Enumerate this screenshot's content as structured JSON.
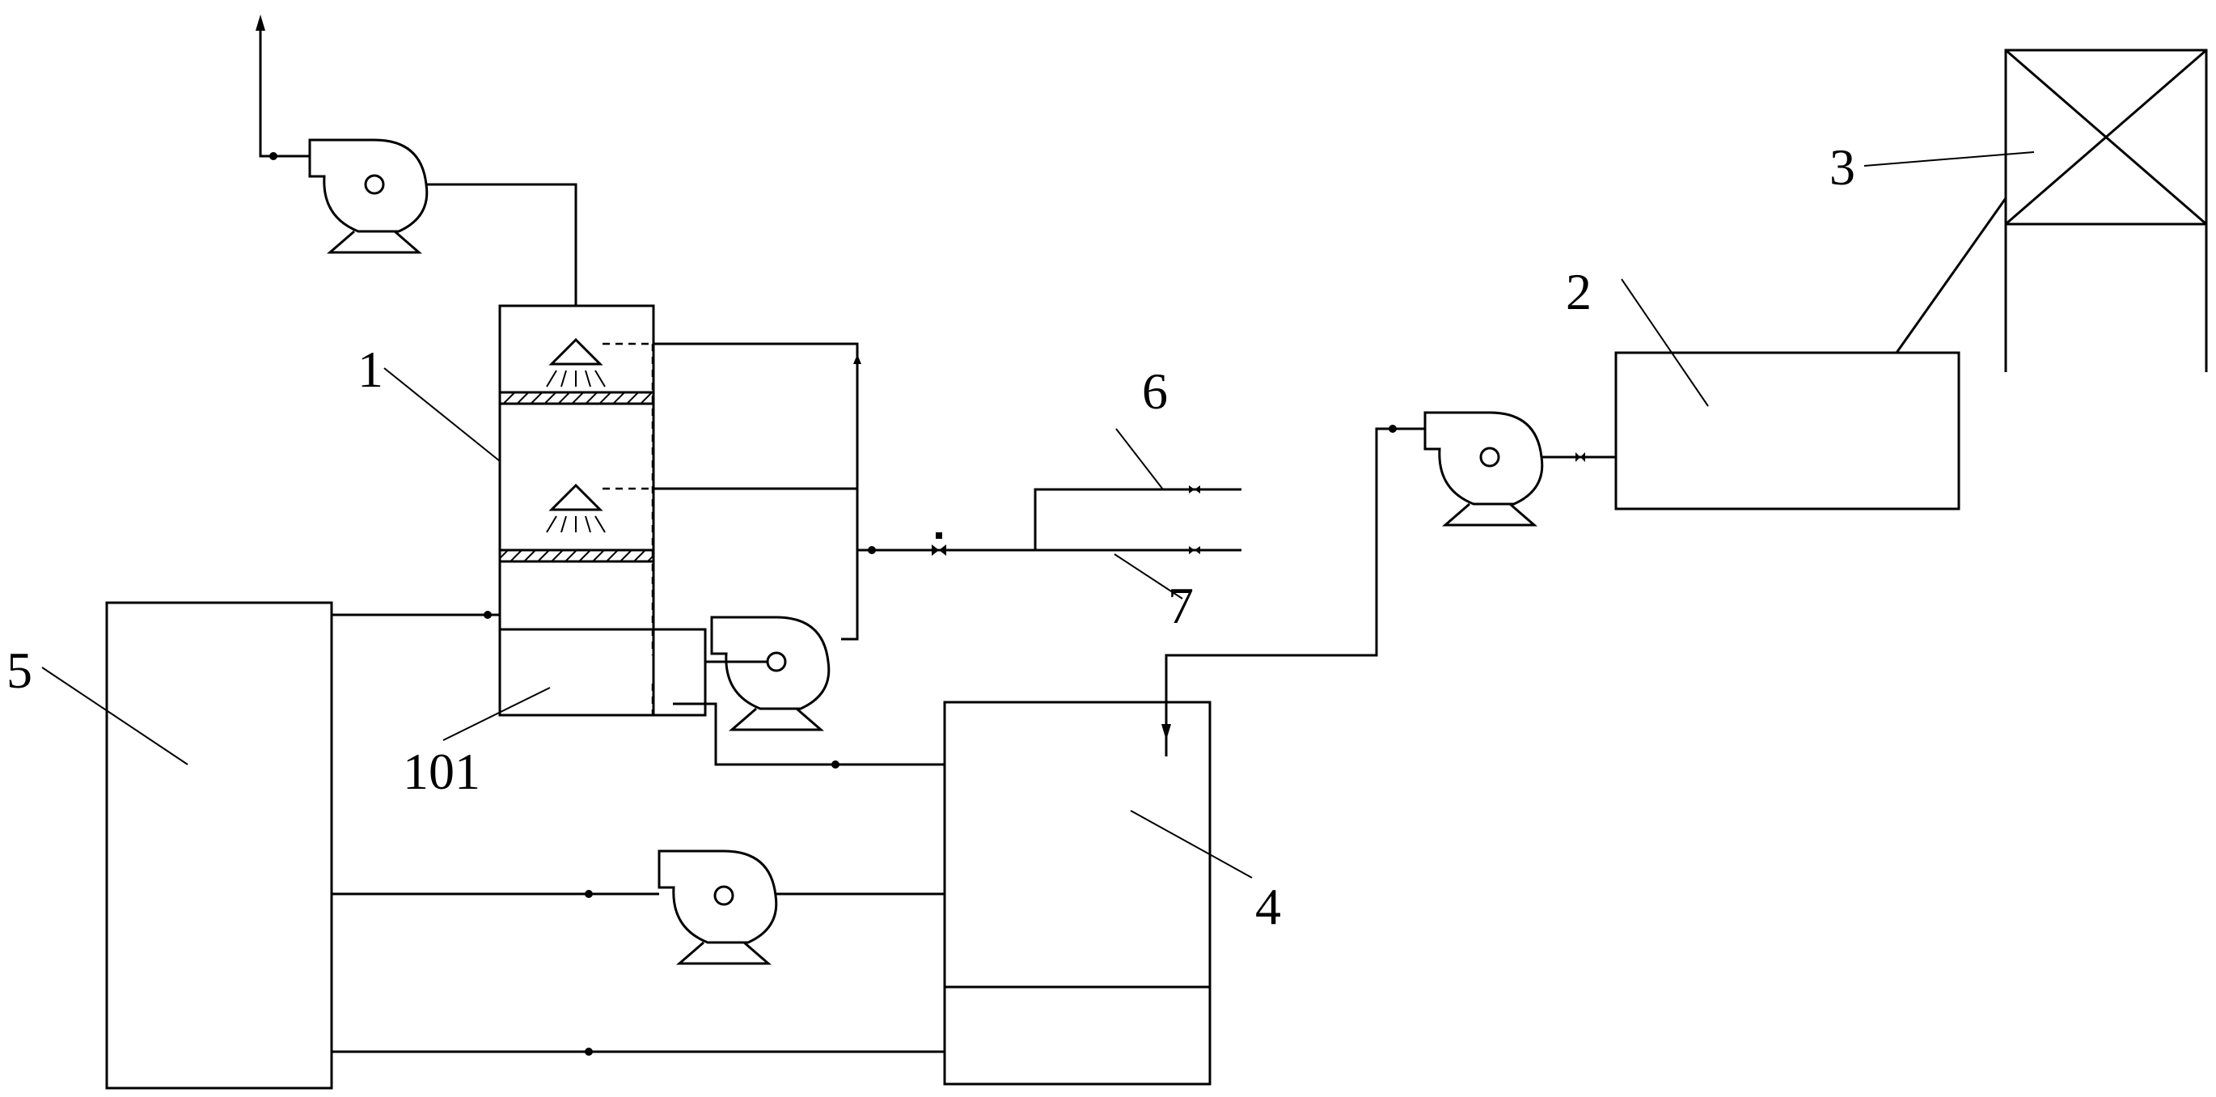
{
  "labels": {
    "absorption_tower": "1",
    "settling_zone": "101",
    "unit_2": "2",
    "unit_3": "3",
    "tank_4": "4",
    "tank_5": "5",
    "outlet_6": "6",
    "outlet_7": "7"
  },
  "colors": {
    "line": "#000000",
    "background": "#ffffff"
  },
  "icons": [
    "fan-icon",
    "pump-icon",
    "spray-nozzle-icon",
    "valve-icon",
    "arrow-icon"
  ]
}
